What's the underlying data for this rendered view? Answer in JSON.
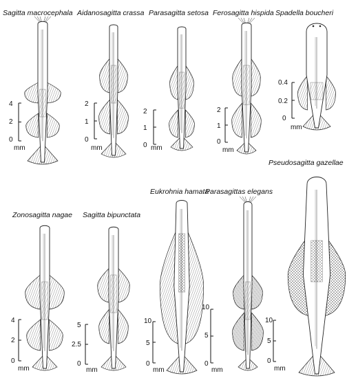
{
  "specimens": [
    {
      "name": "Sagitta macrocephala",
      "ticks": [
        "4",
        "2",
        "0"
      ],
      "unit": "mm"
    },
    {
      "name": "Aidanosagitta crassa",
      "ticks": [
        "2",
        "1",
        "0"
      ],
      "unit": "mm"
    },
    {
      "name": "Parasagitta setosa",
      "ticks": [
        "2",
        "1",
        "0"
      ],
      "unit": "mm"
    },
    {
      "name": "Ferosagitta hispida",
      "ticks": [
        "2",
        "1",
        "0"
      ],
      "unit": "mm"
    },
    {
      "name": "Spadella boucheri",
      "ticks": [
        "0.4",
        "0.2",
        "0"
      ],
      "unit": "mm"
    },
    {
      "name": "Zonosagitta nagae",
      "ticks": [
        "4",
        "2",
        "0"
      ],
      "unit": "mm"
    },
    {
      "name": "Sagitta bipunctata",
      "ticks": [
        "5",
        "2.5",
        "0"
      ],
      "unit": "mm"
    },
    {
      "name": "Eukrohnia hamata",
      "ticks": [
        "10",
        "5",
        "0"
      ],
      "unit": "mm"
    },
    {
      "name": "Parasagittas elegans",
      "ticks": [
        "10",
        "5",
        "0"
      ],
      "unit": "mm"
    },
    {
      "name": "Pseudosagitta gazellae",
      "ticks": [
        "10",
        "5",
        "0"
      ],
      "unit": "mm"
    }
  ]
}
